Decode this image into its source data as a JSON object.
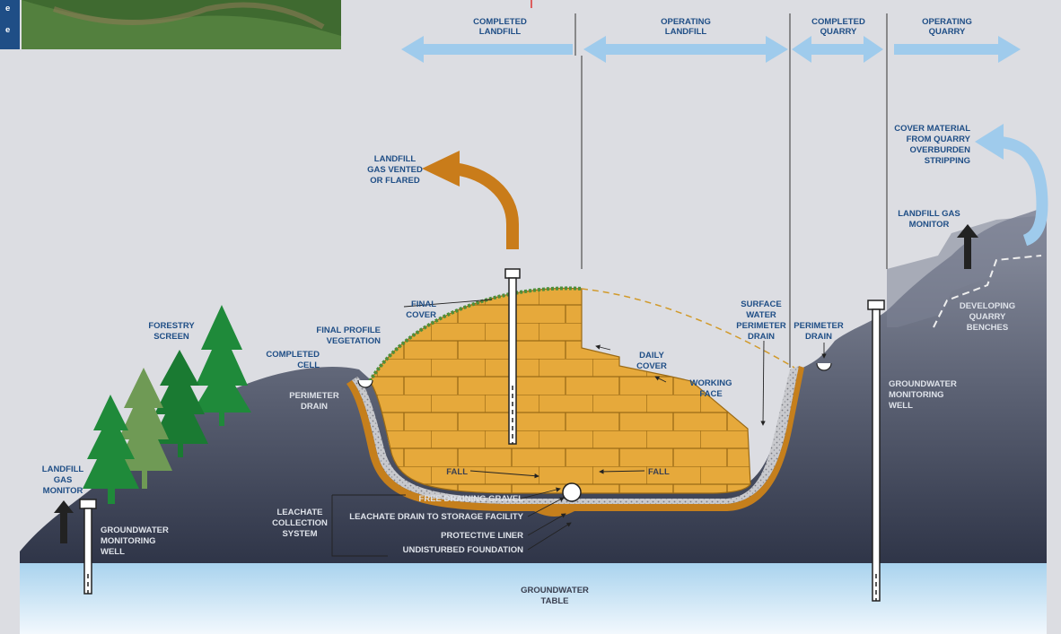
{
  "header_zones": [
    {
      "key": "completed_landfill",
      "line1": "COMPLETED",
      "line2": "LANDFILL"
    },
    {
      "key": "operating_landfill",
      "line1": "OPERATING",
      "line2": "LANDFILL"
    },
    {
      "key": "completed_quarry",
      "line1": "COMPLETED",
      "line2": "QUARRY"
    },
    {
      "key": "operating_quarry",
      "line1": "OPERATING",
      "line2": "QUARRY"
    }
  ],
  "inset_text": [
    "e",
    "e"
  ],
  "labels": {
    "gas_vented": [
      "LANDFILL",
      "GAS VENTED",
      "OR FLARED"
    ],
    "cover_material": [
      "COVER MATERIAL",
      "FROM QUARRY",
      "OVERBURDEN",
      "STRIPPING"
    ],
    "landfill_gas_monitor_right": [
      "LANDFILL GAS",
      "MONITOR"
    ],
    "developing_benches": [
      "DEVELOPING",
      "QUARRY",
      "BENCHES"
    ],
    "final_cover": [
      "FINAL",
      "COVER"
    ],
    "final_profile": [
      "FINAL PROFILE",
      "VEGETATION"
    ],
    "forestry_screen": [
      "FORESTRY",
      "SCREEN"
    ],
    "completed_cell": [
      "COMPLETED",
      "CELL"
    ],
    "perimeter_drain_left": [
      "PERIMETER",
      "DRAIN"
    ],
    "surface_water": [
      "SURFACE",
      "WATER",
      "PERIMETER",
      "DRAIN"
    ],
    "perimeter_drain_right": [
      "PERIMETER",
      "DRAIN"
    ],
    "daily_cover": [
      "DAILY",
      "COVER"
    ],
    "working_face": [
      "WORKING",
      "FACE"
    ],
    "gw_monitoring_right": [
      "GROUNDWATER",
      "MONITORING",
      "WELL"
    ],
    "landfill_gas_monitor_left": [
      "LANDFILL",
      "GAS",
      "MONITOR"
    ],
    "gw_monitoring_left": [
      "GROUNDWATER",
      "MONITORING",
      "WELL"
    ],
    "leachate_system": [
      "LEACHATE",
      "COLLECTION",
      "SYSTEM"
    ],
    "fall_left": "FALL",
    "fall_right": "FALL",
    "free_draining": "FREE DRAINING GRAVEL",
    "leachate_drain": "LEACHATE DRAIN TO STORAGE FACILITY",
    "protective_liner": "PROTECTIVE LINER",
    "undisturbed": "UNDISTURBED FOUNDATION",
    "groundwater_table": [
      "GROUNDWATER",
      "TABLE"
    ]
  },
  "colors": {
    "blue_text": "#1f4e86",
    "arrow_blue": "#9fcbec",
    "gas_arrow": "#c97c1a",
    "waste": "#e6a93b",
    "liner": "#c57f1c",
    "ground_dark": "#3e4456",
    "tree_green": "#1f8a3a"
  }
}
